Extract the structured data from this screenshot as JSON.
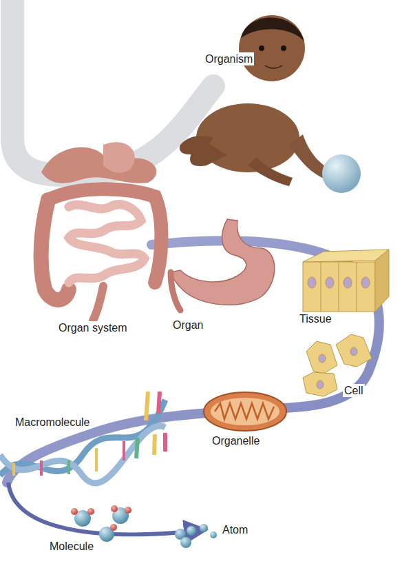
{
  "diagram": {
    "labels": [
      "Organism",
      "Organ system",
      "Organ",
      "Tissue",
      "Cell",
      "Organelle",
      "Macromolecule",
      "Molecule",
      "Atom"
    ]
  }
}
